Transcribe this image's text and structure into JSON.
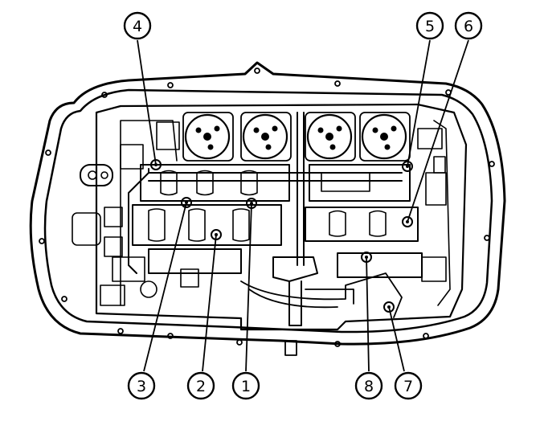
{
  "callouts": [
    {
      "id": "c1",
      "label": "1"
    },
    {
      "id": "c2",
      "label": "2"
    },
    {
      "id": "c3",
      "label": "3"
    },
    {
      "id": "c4",
      "label": "4"
    },
    {
      "id": "c5",
      "label": "5"
    },
    {
      "id": "c6",
      "label": "6"
    },
    {
      "id": "c7",
      "label": "7"
    },
    {
      "id": "c8",
      "label": "8"
    }
  ],
  "colors": {
    "line": "#000000",
    "background": "#ffffff"
  }
}
